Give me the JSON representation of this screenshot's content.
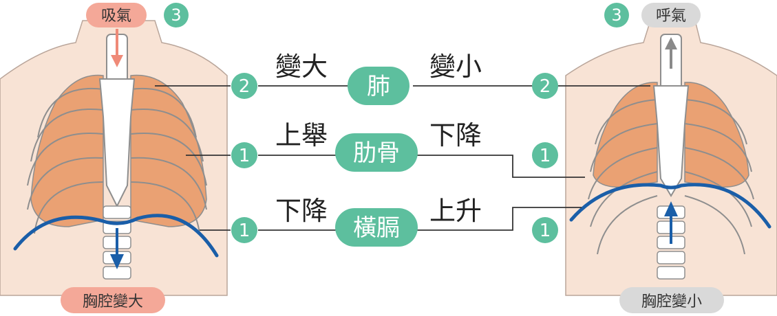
{
  "left": {
    "top_label": "吸氣",
    "top_number": "3",
    "bottom_label": "胸腔變大"
  },
  "right": {
    "top_label": "呼氣",
    "top_number": "3",
    "bottom_label": "胸腔變小"
  },
  "rows": [
    {
      "center": "肺",
      "left_change": "變大",
      "right_change": "變小",
      "left_number": "2",
      "right_number": "2"
    },
    {
      "center": "肋骨",
      "left_change": "上舉",
      "right_change": "下降",
      "left_number": "1",
      "right_number": "1"
    },
    {
      "center": "橫膈",
      "left_change": "下降",
      "right_change": "上升",
      "left_number": "1",
      "right_number": "1"
    }
  ],
  "colors": {
    "teal": "#5dbf9e",
    "lung": "#eaa173",
    "skin": "#f8e3d5",
    "inhale_pill": "#f4a898",
    "exhale_pill": "#d9d9d9",
    "diaphragm": "#1a5ea8",
    "arrow_inhale": "#ef8a78",
    "arrow_exhale": "#8a8a8a"
  }
}
